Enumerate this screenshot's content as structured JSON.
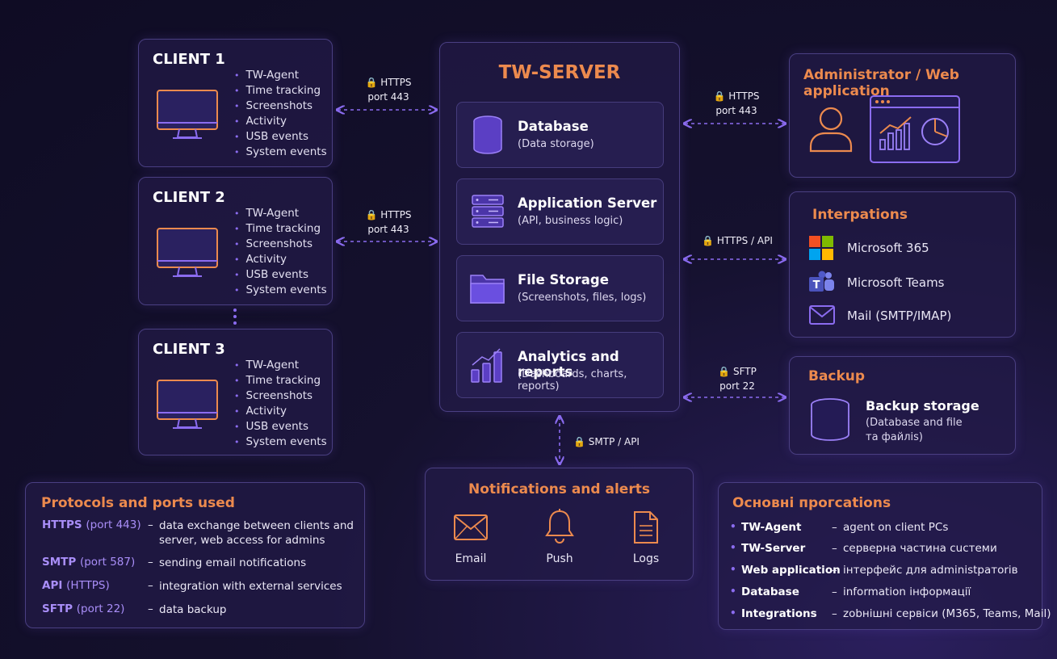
{
  "clients": [
    {
      "title": "CLIENT 1",
      "items": [
        "TW-Agent",
        "Time tracking",
        "Screenshots",
        "Activity",
        "USB events",
        "System events"
      ]
    },
    {
      "title": "CLIENT 2",
      "items": [
        "TW-Agent",
        "Time tracking",
        "Screenshots",
        "Activity",
        "USB events",
        "System events"
      ]
    },
    {
      "title": "CLIENT 3",
      "items": [
        "TW-Agent",
        "Time tracking",
        "Screenshots",
        "Activity",
        "USB events",
        "System events"
      ]
    }
  ],
  "connections": {
    "client1": {
      "protocol": "HTTPS",
      "port": "port 443"
    },
    "client2": {
      "protocol": "HTTPS",
      "port": "port 443"
    },
    "admin": {
      "protocol": "HTTPS",
      "port": "port 443"
    },
    "integrations": {
      "protocol": "HTTPS / API"
    },
    "backup": {
      "protocol": "SFTP",
      "port": "port 22"
    },
    "notifications": {
      "protocol": "SMTP / API"
    }
  },
  "server": {
    "title": "TW-SERVER",
    "services": [
      {
        "title": "Database",
        "subtitle": "(Data storage)",
        "icon": "database-icon"
      },
      {
        "title": "Application Server",
        "subtitle": "(API, business logic)",
        "icon": "server-icon"
      },
      {
        "title": "File Storage",
        "subtitle": "(Screenshots, files, logs)",
        "icon": "folder-icon"
      },
      {
        "title": "Analytics and reports",
        "subtitle": "(Dashboards, charts, reports)",
        "icon": "bar-chart-icon"
      }
    ]
  },
  "admin": {
    "title": "Administrator / Web application"
  },
  "integrations": {
    "title": "Interpations",
    "items": [
      "Microsoft 365",
      "Microsoft Teams",
      "Mail (SMTP/IMAP)"
    ]
  },
  "backup": {
    "title": "Backup",
    "storage_title": "Backup storage",
    "storage_sub_1": "(Database and file",
    "storage_sub_2": "та файлis)"
  },
  "notifications": {
    "title": "Notifications and alerts",
    "items": [
      "Email",
      "Push",
      "Logs"
    ]
  },
  "protocols": {
    "title": "Protocols and ports used",
    "rows": [
      {
        "name": "HTTPS",
        "detail": "(port 443)",
        "desc": "data exchange between clients and server, web access for admins"
      },
      {
        "name": "SMTP",
        "detail": "(port 587)",
        "desc": "sending email notifications"
      },
      {
        "name": "API",
        "detail": "(HTTPS)",
        "desc": "integration with external services"
      },
      {
        "name": "SFTP",
        "detail": "(port 22)",
        "desc": "data backup"
      }
    ]
  },
  "glossary": {
    "title": "Основні прогcations",
    "rows": [
      {
        "term": "TW-Agent",
        "desc": "agent on client PCs"
      },
      {
        "term": "TW-Server",
        "desc": "серверна частина cuстеми"
      },
      {
        "term": "Web application",
        "desc": "інтерфейс для administратоrів"
      },
      {
        "term": "Database",
        "desc": "information інформації"
      },
      {
        "term": "Integrations",
        "desc": "zobнішні сервіси (M365, Teams, Mail)"
      }
    ]
  },
  "dash": "–",
  "colors": {
    "accent": "#ec8a4e",
    "purple": "#8b6cf0",
    "background": "#15112e"
  }
}
